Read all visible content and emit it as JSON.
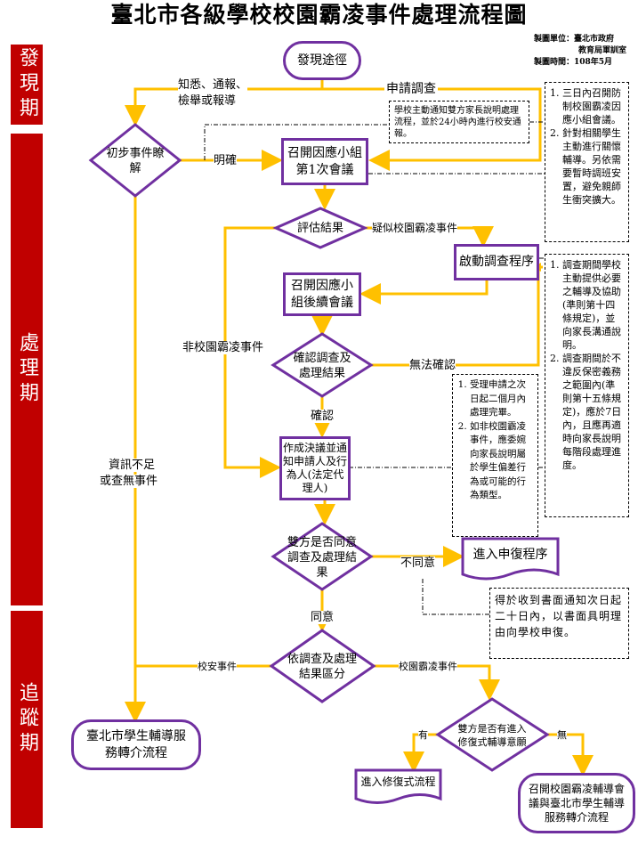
{
  "title": "臺北市各級學校校園霸凌事件處理流程圖",
  "meta": {
    "unit_label": "製圖單位：臺北市政府",
    "unit_label2": "教育局軍訓室",
    "date": "製圖時間：108年5月"
  },
  "phases": [
    "發現期",
    "處理期",
    "追蹤期"
  ],
  "nodes": {
    "discover": "發現途徑",
    "initial": "初步事件瞭解",
    "meeting1": "召開因應小組第1次會議",
    "evaluate": "評估結果",
    "investigate": "啟動調查程序",
    "meeting2": "召開因應小組後續會議",
    "confirm": "確認調查及處理結果",
    "decision": "作成決議並通知申請人及行為人(法定代理人)",
    "agree": "雙方是否同意調查及處理結果",
    "appeal": "進入申復程序",
    "classify": "依調查及處理結果區分",
    "restorative_q": "雙方是否有進入修復式輔導意願",
    "restorative": "進入修復式流程",
    "referral": "臺北市學生輔導服務轉介流程",
    "counsel_meeting": "召開校園霸凌輔導會議與臺北市學生輔導服務轉介流程"
  },
  "labels": {
    "aware": "知悉、通報、",
    "report": "檢舉或報導",
    "apply": "申請調查",
    "clear": "明確",
    "suspected": "疑似校園霸凌事件",
    "non_bullying": "非校園霸凌事件",
    "unconfirmed": "無法確認",
    "confirmed": "確認",
    "insufficient1": "資訊不足",
    "insufficient2": "或查無事件",
    "disagree": "不同意",
    "agreed": "同意",
    "safety": "校安事件",
    "bullying": "校園霸凌事件",
    "yes": "有",
    "no": "無"
  },
  "notes": {
    "notify": "學校主動通知雙方家長說明處理流程，並於24小時內進行校安通報。",
    "n1": [
      "三日內召開防制校園霸凌因應小組會議。",
      "針對相關學生主動進行關懷輔導。另依需要暫時調班安置，避免親師生衝突擴大。"
    ],
    "n2": [
      "調查期間學校主動提供必要之輔導及協助(準則第十四條規定)，並向家長溝通說明。",
      "調查期間於不違反保密義務之範圍內(準則第十五條規定)，應於7日內，且應再適時向家長說明每階段處理進度。"
    ],
    "n3": [
      "受理申請之次日起二個月內處理完畢。",
      "如非校園霸凌事件，應委婉向家長說明屬於學生偏差行為或可能的行為類型。"
    ],
    "appeal_note": "得於收到書面通知次日起二十日內，以書面具明理由向學校申復。"
  },
  "colors": {
    "phase": "#c00000",
    "node_border": "#7030a0",
    "arrow": "#ffc000"
  }
}
